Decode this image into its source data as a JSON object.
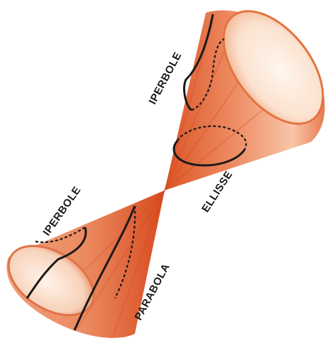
{
  "labels": {
    "top_hyperbola": "IPERBOLE",
    "ellipse": "ELLISSE",
    "bottom_hyperbola": "IPERBOLE",
    "parabola": "PARABOLA"
  },
  "colors": {
    "cone_dark": "#d94a20",
    "cone_mid": "#ee8a62",
    "cone_light": "#fbe4d4",
    "curve": "#1a1a1a",
    "background": "#ffffff"
  }
}
